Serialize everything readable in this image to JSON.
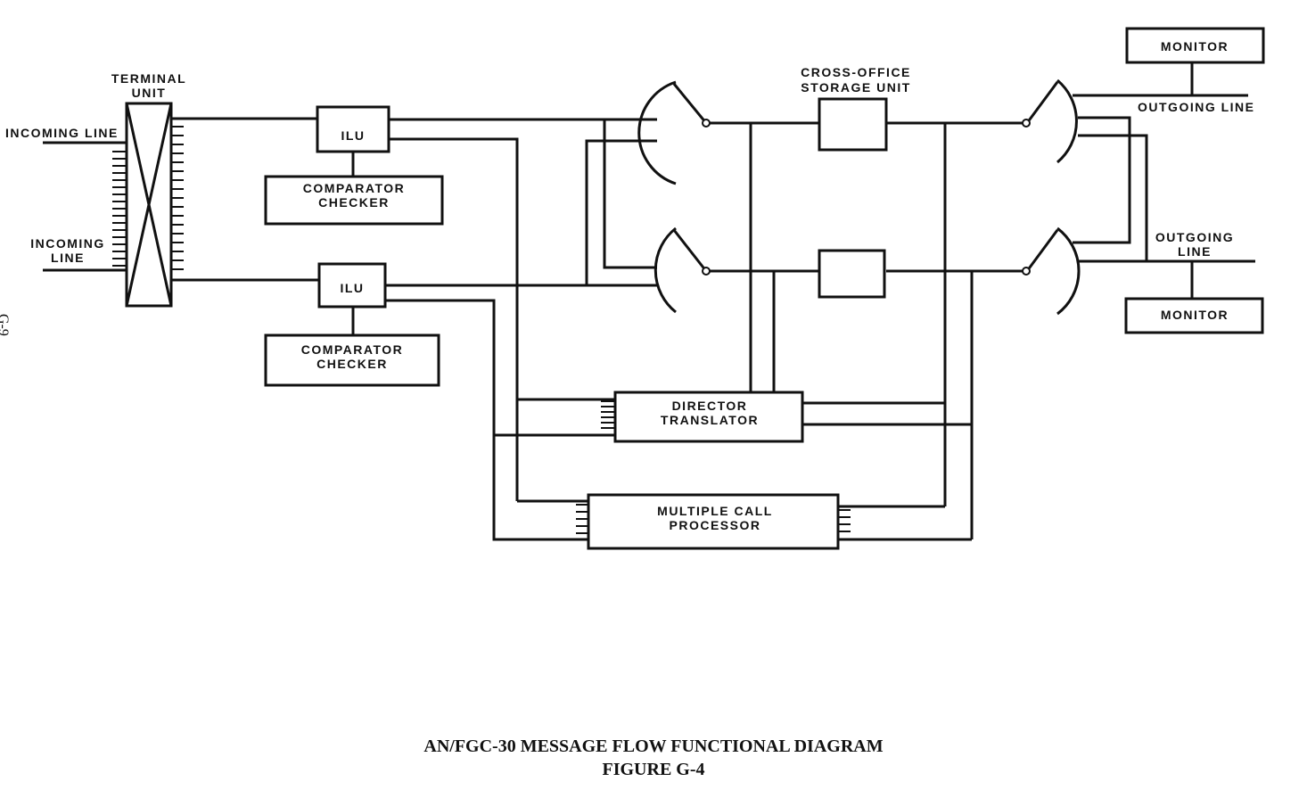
{
  "labels": {
    "terminal_unit_1": "TERMINAL",
    "terminal_unit_2": "UNIT",
    "incoming_line_top": "INCOMING LINE",
    "incoming_line_bottom_1": "INCOMING",
    "incoming_line_bottom_2": "LINE",
    "ilu_top": "ILU",
    "ilu_bottom": "ILU",
    "comparator_top_1": "COMPARATOR",
    "comparator_top_2": "CHECKER",
    "comparator_bottom_1": "COMPARATOR",
    "comparator_bottom_2": "CHECKER",
    "cross_office_1": "CROSS-OFFICE",
    "cross_office_2": "STORAGE UNIT",
    "monitor_top": "MONITOR",
    "monitor_bottom": "MONITOR",
    "outgoing_line_top": "OUTGOING LINE",
    "outgoing_line_bottom_1": "OUTGOING",
    "outgoing_line_bottom_2": "LINE",
    "director_1": "DIRECTOR",
    "director_2": "TRANSLATOR",
    "mcp_1": "MULTIPLE CALL",
    "mcp_2": "PROCESSOR"
  },
  "page_number": "G-9",
  "caption": {
    "title": "AN/FGC-30 MESSAGE FLOW FUNCTIONAL DIAGRAM",
    "figure": "FIGURE G-4"
  }
}
